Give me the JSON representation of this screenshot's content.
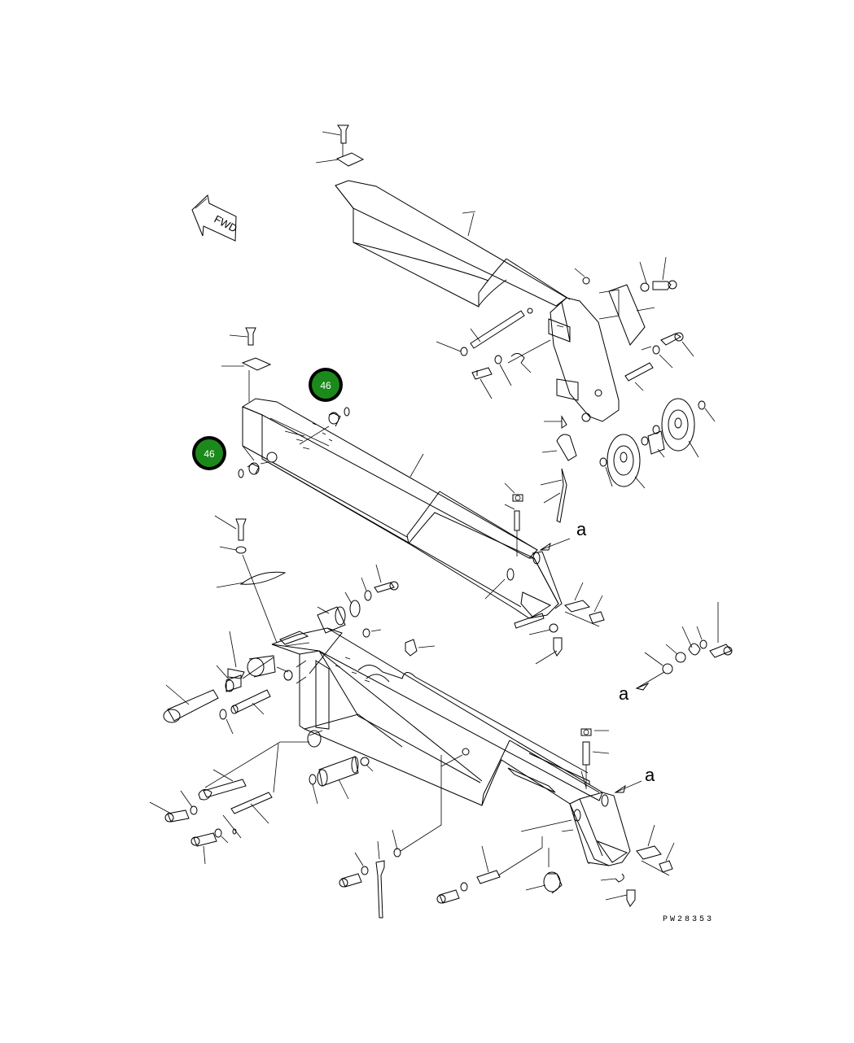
{
  "drawing": {
    "fwd_label": "FWD",
    "view_ref_upper": "a",
    "view_ref_lower": "a",
    "view_ref_side": "a",
    "drawing_code": "PW28353",
    "callouts": [
      {
        "label": "46"
      },
      {
        "label": "46"
      }
    ]
  }
}
